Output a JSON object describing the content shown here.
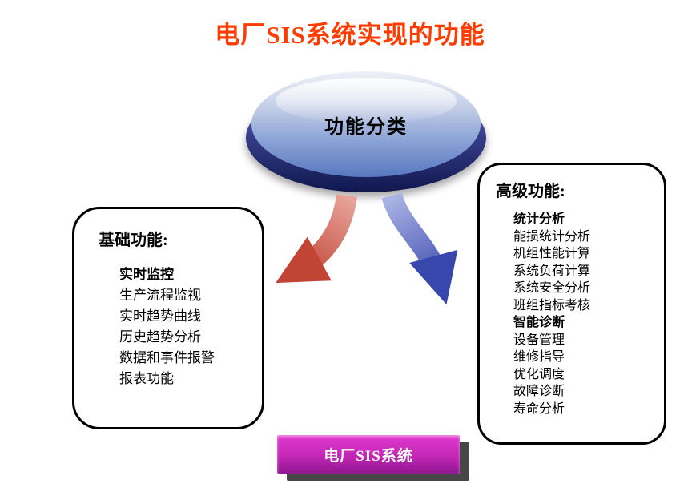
{
  "title": "电厂SIS系统实现的功能",
  "hub": {
    "label": "功能分类"
  },
  "left_box": {
    "title": "基础功能:",
    "items": [
      "实时监控",
      "生产流程监视",
      "实时趋势曲线",
      "历史趋势分析",
      "数据和事件报警",
      "报表功能"
    ]
  },
  "right_box": {
    "title": "高级功能:",
    "items": [
      "统计分析",
      "能损统计分析",
      "机组性能计算",
      "系统负荷计算",
      "系统安全分析",
      "班组指标考核",
      "智能诊断",
      "设备管理",
      "维修指导",
      "优化调度",
      "故障诊断",
      "寿命分析"
    ]
  },
  "footer": {
    "label": "电厂SIS系统"
  },
  "colors": {
    "title_text": "#ff3c00",
    "banner_top": "#e23ad0",
    "banner_bottom": "#8e1790",
    "arrow_red": "#c14435",
    "arrow_blue": "#3847ac",
    "ellipse_rim": "#10174e",
    "ellipse_face": "#5878bf"
  }
}
